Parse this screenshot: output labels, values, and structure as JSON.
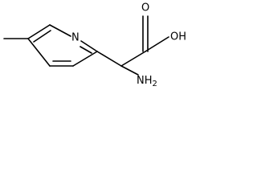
{
  "molecule": {
    "atoms": {
      "ring_nitrogen": "N",
      "hydroxyl": "OH",
      "carbonyl_oxygen": "O",
      "amine": "NH",
      "amine_subscript": "2"
    },
    "colors": {
      "bond": "#000000",
      "label": "#000000",
      "background": "#ffffff"
    }
  }
}
